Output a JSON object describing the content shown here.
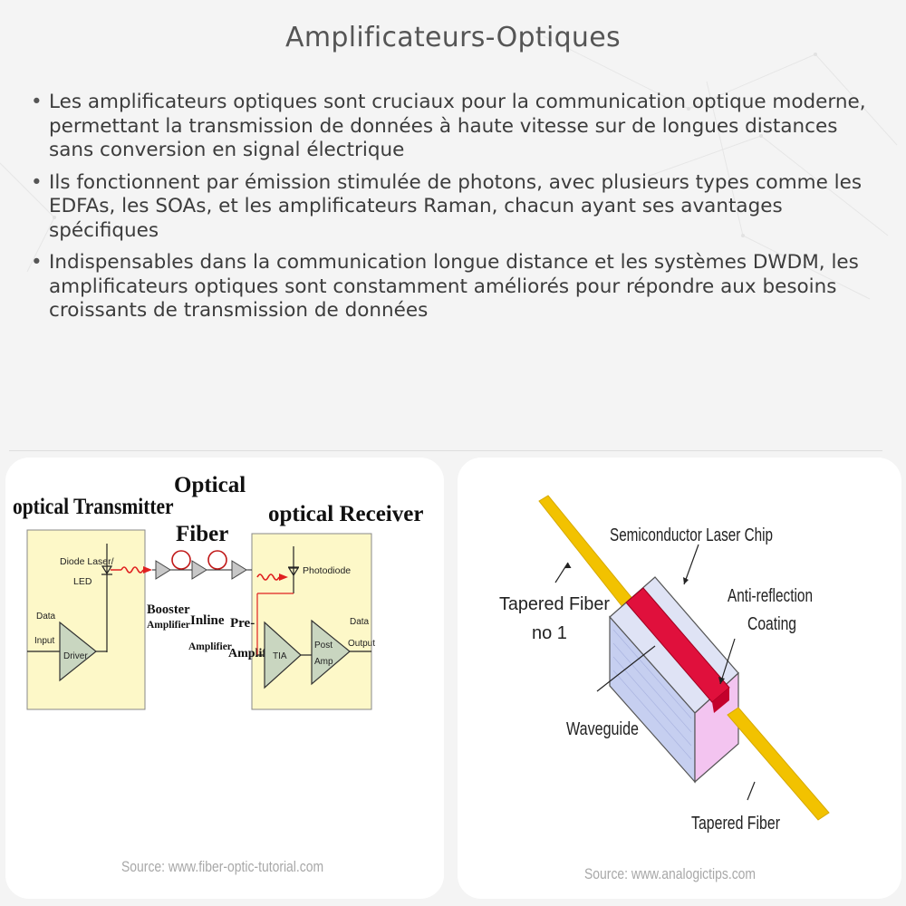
{
  "title": "Amplificateurs-Optiques",
  "bullets": [
    "Les amplificateurs optiques sont cruciaux pour la communication optique moderne, permettant la transmission de données à haute vitesse sur de longues distances sans conversion en signal électrique",
    "Ils fonctionnent par émission stimulée de photons, avec plusieurs types comme les EDFAs, les SOAs, et les amplificateurs Raman, chacun ayant ses avantages spécifiques",
    "Indispensables dans la communication longue distance et les systèmes DWDM, les amplificateurs optiques sont constamment améliorés pour répondre aux besoins croissants de transmission de données"
  ],
  "left_figure": {
    "transmitter": "optical Transmitter",
    "fiber_line1": "Optical",
    "fiber_line2": "Fiber",
    "receiver": "optical Receiver",
    "diode_line1": "Diode Laser/",
    "diode_line2": "LED",
    "data_input_line1": "Data",
    "data_input_line2": "Input",
    "driver": "Driver",
    "booster_line1": "Booster",
    "booster_line2": "Amplifier",
    "inline_line1": "Inline",
    "inline_line2": "Amplifier",
    "pre_line1": "Pre-",
    "pre_line2": "Amplifier",
    "photodiode": "Photodiode",
    "tia": "TIA",
    "post_line1": "Post",
    "post_line2": "Amp",
    "data_output_line1": "Data",
    "data_output_line2": "Output",
    "source": "Source: www.fiber-optic-tutorial.com"
  },
  "right_figure": {
    "chip": "Semiconductor Laser Chip",
    "tapered1_line1": "Tapered Fiber",
    "tapered1_line2": "no 1",
    "anti_line1": "Anti-reflection",
    "anti_line2": "Coating",
    "waveguide": "Waveguide",
    "tapered2": "Tapered Fiber",
    "source": "Source: www.analogictips.com"
  },
  "colors": {
    "panel_yellow": "#fdf8c8",
    "fiber_yellow": "#f2c200",
    "waveguide_red": "#e0103c",
    "chip_blue": "#c6cff0",
    "coating_pink": "#f3c4f0",
    "signal_red": "#e02020"
  }
}
